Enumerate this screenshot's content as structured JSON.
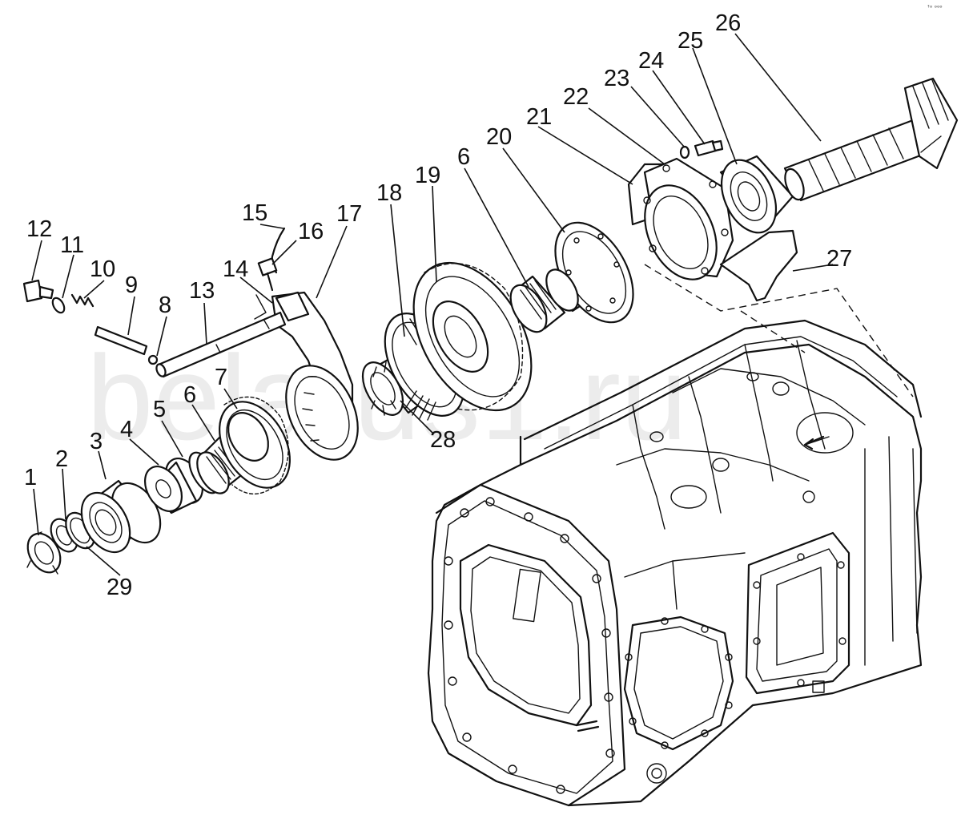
{
  "watermark": "belarus1.ru",
  "corner_mark": "ꜛᵒ ᵒᵒᵒ",
  "callouts": [
    {
      "id": "c1",
      "label": "1"
    },
    {
      "id": "c2",
      "label": "2"
    },
    {
      "id": "c3",
      "label": "3"
    },
    {
      "id": "c4",
      "label": "4"
    },
    {
      "id": "c5",
      "label": "5"
    },
    {
      "id": "c6a",
      "label": "6"
    },
    {
      "id": "c7",
      "label": "7"
    },
    {
      "id": "c8",
      "label": "8"
    },
    {
      "id": "c9",
      "label": "9"
    },
    {
      "id": "c10",
      "label": "10"
    },
    {
      "id": "c11",
      "label": "11"
    },
    {
      "id": "c12",
      "label": "12"
    },
    {
      "id": "c13",
      "label": "13"
    },
    {
      "id": "c14",
      "label": "14"
    },
    {
      "id": "c15",
      "label": "15"
    },
    {
      "id": "c16",
      "label": "16"
    },
    {
      "id": "c17",
      "label": "17"
    },
    {
      "id": "c18",
      "label": "18"
    },
    {
      "id": "c19",
      "label": "19"
    },
    {
      "id": "c6b",
      "label": "6"
    },
    {
      "id": "c20",
      "label": "20"
    },
    {
      "id": "c21",
      "label": "21"
    },
    {
      "id": "c22",
      "label": "22"
    },
    {
      "id": "c23",
      "label": "23"
    },
    {
      "id": "c24",
      "label": "24"
    },
    {
      "id": "c25",
      "label": "25"
    },
    {
      "id": "c26",
      "label": "26"
    },
    {
      "id": "c27",
      "label": "27"
    },
    {
      "id": "c28",
      "label": "28"
    },
    {
      "id": "c29",
      "label": "29"
    }
  ]
}
